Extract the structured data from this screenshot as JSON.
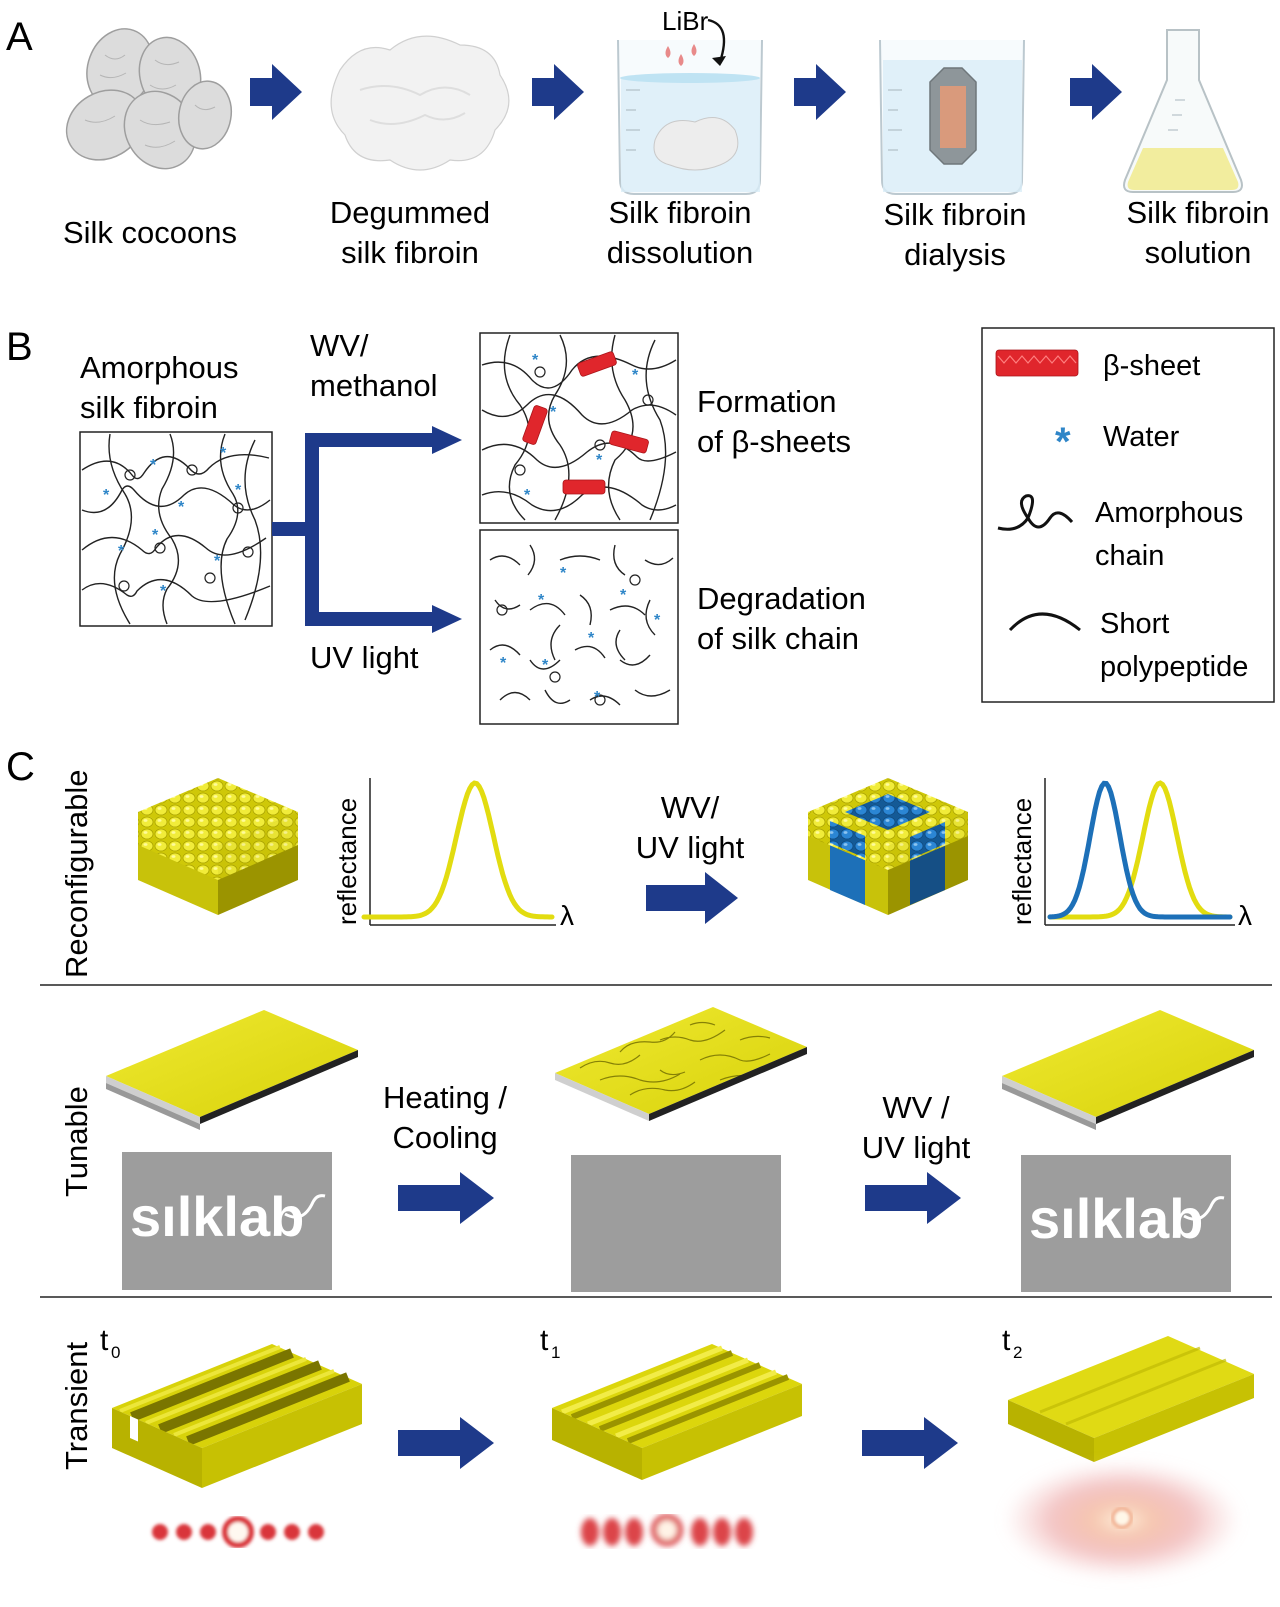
{
  "panel_a": {
    "letter": "A",
    "steps": [
      {
        "line1": "Silk cocoons",
        "line2": ""
      },
      {
        "line1": "Degummed",
        "line2": "silk fibroin"
      },
      {
        "line1": "Silk fibroin",
        "line2": "dissolution"
      },
      {
        "line1": "Silk fibroin",
        "line2": "dialysis"
      },
      {
        "line1": "Silk fibroin",
        "line2": "solution"
      }
    ],
    "libr": "LiBr"
  },
  "panel_b": {
    "letter": "B",
    "amorphous_line1": "Amorphous",
    "amorphous_line2": "silk fibroin",
    "top_route_line1": "WV/",
    "top_route_line2": "methanol",
    "bottom_route": "UV light",
    "top_result_line1": "Formation",
    "top_result_line2": "of β-sheets",
    "bottom_result_line1": "Degradation",
    "bottom_result_line2": "of silk chain",
    "legend": {
      "beta_sheet": "β-sheet",
      "water": "Water",
      "amorphous_line1": "Amorphous",
      "amorphous_line2": "chain",
      "short_line1": "Short",
      "short_line2": "polypeptide"
    }
  },
  "panel_c": {
    "letter": "C",
    "rows": {
      "reconfigurable": "Reconfigurable",
      "tunable": "Tunable",
      "transient": "Transient"
    },
    "reflectance_label": "reflectance",
    "lambda_label": "λ",
    "recon_arrow_line1": "WV/",
    "recon_arrow_line2": "UV light",
    "tunable_arrow1_line1": "Heating /",
    "tunable_arrow1_line2": "Cooling",
    "tunable_arrow2_line1": "WV /",
    "tunable_arrow2_line2": "UV light",
    "logo_text": "sılklab",
    "time_labels": [
      "t",
      "t",
      "t"
    ],
    "time_subs": [
      "0",
      "1",
      "2"
    ]
  },
  "colors": {
    "arrow": "#1e3a8a",
    "yellow": "#e2dc10",
    "blue": "#1d70b8",
    "red": "#e0262c",
    "gray_box": "#9d9d9d",
    "water_star": "#2f86c8"
  }
}
